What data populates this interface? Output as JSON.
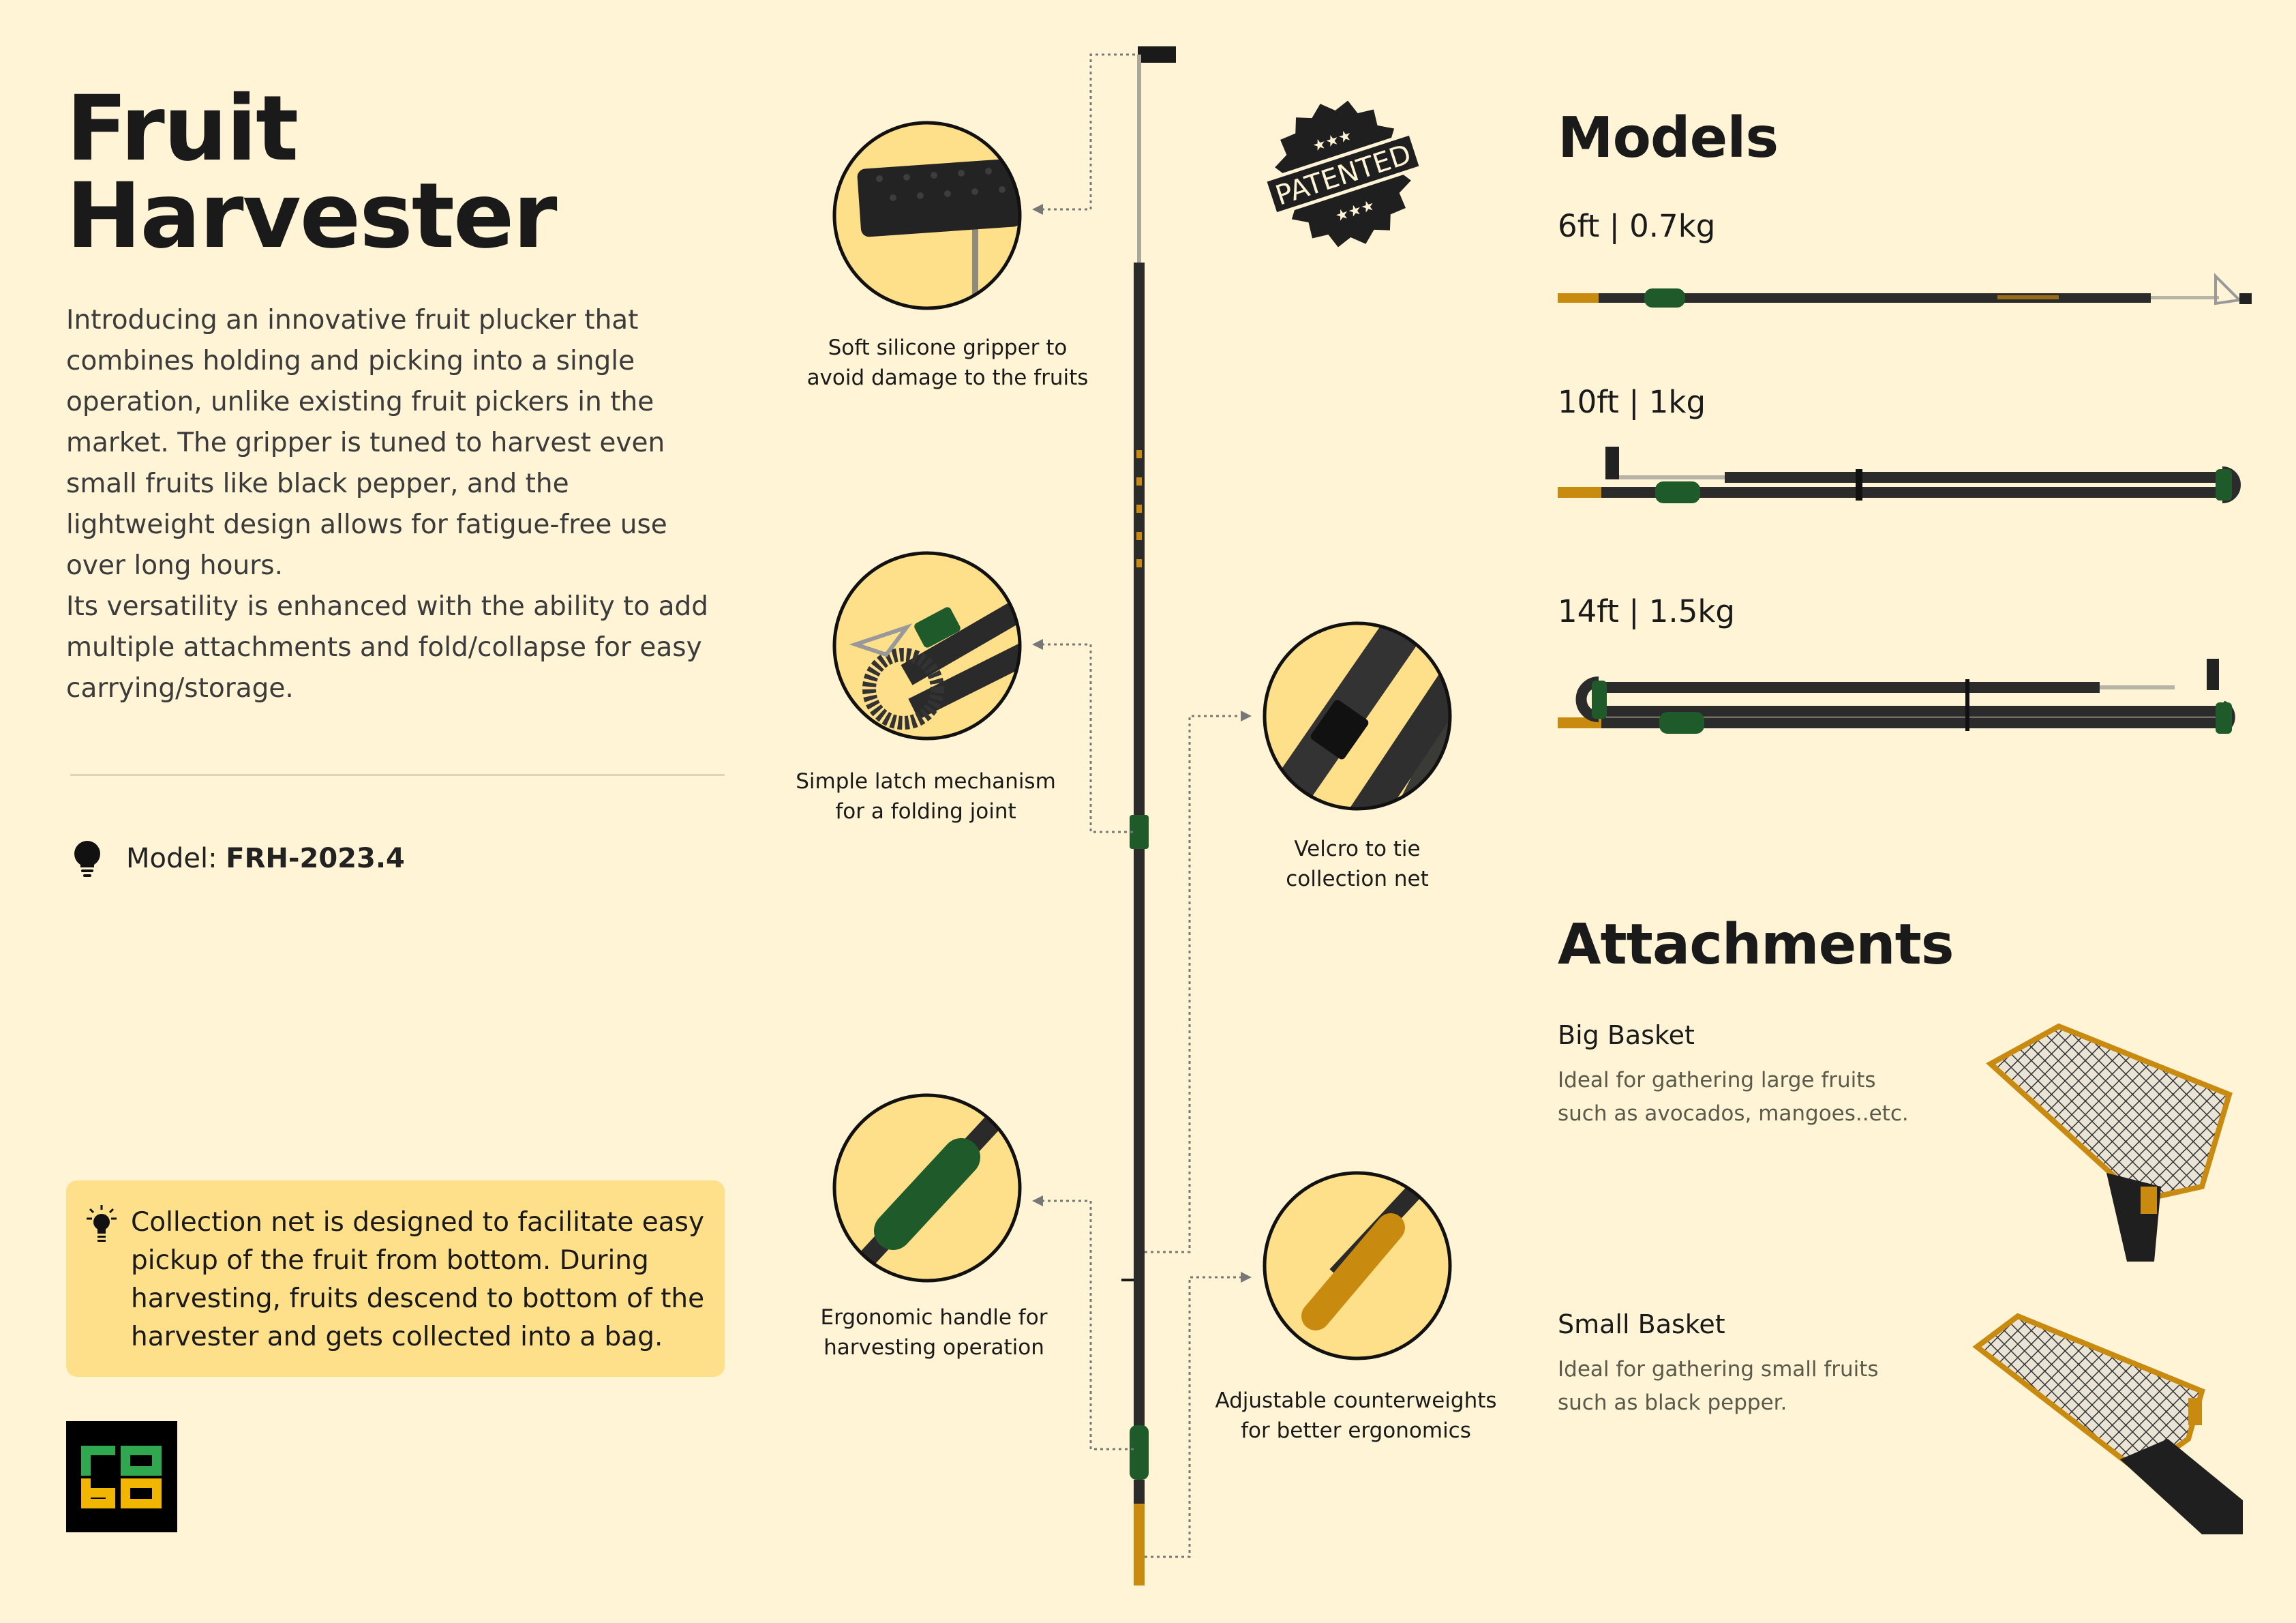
{
  "header": {
    "title_line1": "Fruit",
    "title_line2": "Harvester"
  },
  "intro": {
    "paragraph1": "Introducing an innovative fruit plucker that combines holding and picking into a single operation, unlike existing fruit pickers in the market. The gripper is tuned to harvest even small fruits like black pepper, and the lightweight design allows for fatigue-free use over long hours.",
    "paragraph2": "Its versatility is enhanced with the ability to add multiple attachments and fold/collapse for easy carrying/storage."
  },
  "model": {
    "label": "Model:",
    "value": "FRH-2023.4",
    "icon": "lightbulb-icon"
  },
  "callout": {
    "icon": "lightbulb-shining-icon",
    "text": "Collection net is designed to facilitate easy pickup of the fruit from bottom. During harvesting, fruits descend to bottom of the harvester and gets collected into a bag."
  },
  "logo": {
    "text": "robo",
    "colors": {
      "top": "#2FA84F",
      "bottom": "#F2B600",
      "background": "#000000"
    }
  },
  "badge": {
    "text": "PATENTED"
  },
  "features": [
    {
      "line1": "Soft silicone gripper to",
      "line2": "avoid damage to the fruits"
    },
    {
      "line1": "Simple latch mechanism",
      "line2": "for a folding joint"
    },
    {
      "line1": "Ergonomic handle for",
      "line2": "harvesting operation"
    },
    {
      "line1": "Velcro to tie",
      "line2": "collection net"
    },
    {
      "line1": "Adjustable counterweights",
      "line2": "for better ergonomics"
    }
  ],
  "models": {
    "heading": "Models",
    "items": [
      {
        "length": "6ft",
        "weight": "0.7kg"
      },
      {
        "length": "10ft",
        "weight": "1kg"
      },
      {
        "length": "14ft",
        "weight": "1.5kg"
      }
    ],
    "separator": "|"
  },
  "attachments": {
    "heading": "Attachments",
    "items": [
      {
        "name": "Big Basket",
        "desc1": "Ideal for gathering large fruits",
        "desc2": "such as avocados, mangoes..etc."
      },
      {
        "name": "Small Basket",
        "desc1": "Ideal for gathering small fruits",
        "desc2": "such as black pepper."
      }
    ]
  },
  "colors": {
    "background": "#FFF4D6",
    "accent_yellow": "#FFE08A",
    "handle_green": "#1E5A2A",
    "counterweight_gold": "#C98A10",
    "pole": "#2B2B2B"
  }
}
